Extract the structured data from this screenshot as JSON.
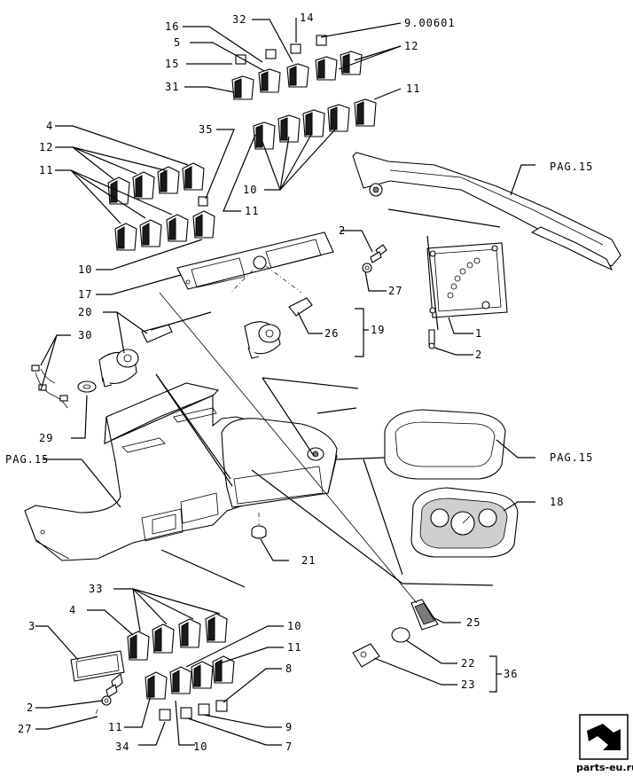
{
  "callouts": {
    "c16": "16",
    "c32": "32",
    "c14": "14",
    "c900601": "9.00601",
    "c5": "5",
    "c12a": "12",
    "c15": "15",
    "c31": "31",
    "c11a": "11",
    "c4a": "4",
    "c35": "35",
    "c12b": "12",
    "c11b": "11",
    "c10a": "10",
    "c11c": "11",
    "c10b": "10",
    "c17": "17",
    "cPag15a": "PAG.15",
    "c2a": "2",
    "c27a": "27",
    "c1": "1",
    "c2b": "2",
    "c20": "20",
    "c30": "30",
    "c26": "26",
    "c19": "19",
    "c29": "29",
    "cPag15b": "PAG.15",
    "cPag15c": "PAG.15",
    "c18": "18",
    "c21": "21",
    "c33": "33",
    "c4b": "4",
    "c10c": "10",
    "c3": "3",
    "c11d": "11",
    "c8": "8",
    "c25": "25",
    "c2c": "2",
    "c27b": "27",
    "c22": "22",
    "c36": "36",
    "c23": "23",
    "c11e": "11",
    "c9": "9",
    "c34": "34",
    "c10d": "10",
    "c7": "7"
  },
  "watermark": "parts-eu.ru",
  "nav_icon": "next-page-arrow-icon"
}
